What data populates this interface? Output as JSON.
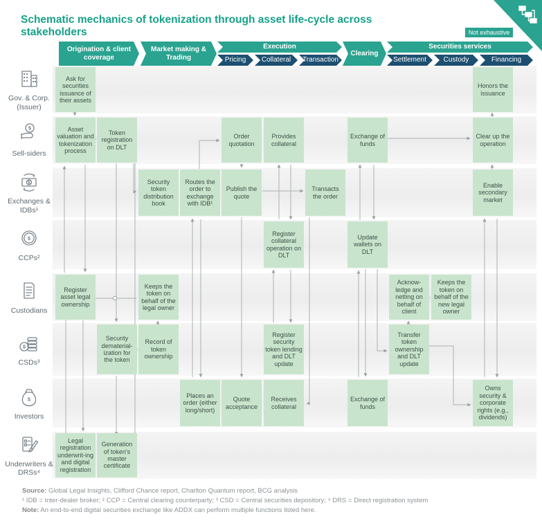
{
  "title": "Schematic mechanics of tokenization through asset life-cycle across stakeholders",
  "badge": "Not exhaustive",
  "header": {
    "phases": [
      {
        "label": "Origination & client coverage"
      },
      {
        "label": "Market making & Trading"
      },
      {
        "label": "Execution",
        "subs": [
          "Pricing",
          "Collateral",
          "Transaction"
        ]
      },
      {
        "label": "Clearing"
      },
      {
        "label": "Securities services",
        "subs": [
          "Settlement",
          "Custody",
          "Financing"
        ]
      }
    ]
  },
  "stakeholders": [
    {
      "label": "Gov. & Corp. (Issuer)",
      "icon": "government-building-icon"
    },
    {
      "label": "Sell-siders",
      "icon": "coin-hand-icon"
    },
    {
      "label": "Exchanges & IDBs¹",
      "icon": "money-exchange-icon"
    },
    {
      "label": "CCPs²",
      "icon": "dollar-coin-icon"
    },
    {
      "label": "Custodians",
      "icon": "document-icon"
    },
    {
      "label": "CSDs³",
      "icon": "coin-stack-icon"
    },
    {
      "label": "Investors",
      "icon": "money-bag-icon"
    },
    {
      "label": "Underwriters & DRSs⁴",
      "icon": "clipboard-pen-icon"
    }
  ],
  "boxes": [
    {
      "row": 0,
      "col": 0,
      "text": "Ask for securities issuance of their assets"
    },
    {
      "row": 0,
      "col": 10,
      "text": "Honors the issuance"
    },
    {
      "row": 1,
      "col": 0,
      "text": "Asset valuation and tokenization process"
    },
    {
      "row": 1,
      "col": 1,
      "text": "Token registration on DLT"
    },
    {
      "row": 1,
      "col": 4,
      "text": "Order quotation"
    },
    {
      "row": 1,
      "col": 5,
      "text": "Provides collateral"
    },
    {
      "row": 1,
      "col": 7,
      "text": "Exchange of funds"
    },
    {
      "row": 1,
      "col": 10,
      "text": "Clear up the operation"
    },
    {
      "row": 2,
      "col": 2,
      "text": "Security token distribution book"
    },
    {
      "row": 2,
      "col": 3,
      "text": "Routes the order to exchange with IDB¹"
    },
    {
      "row": 2,
      "col": 4,
      "text": "Publish the quote"
    },
    {
      "row": 2,
      "col": 6,
      "text": "Transacts the order"
    },
    {
      "row": 2,
      "col": 10,
      "text": "Enable secondary market"
    },
    {
      "row": 3,
      "col": 5,
      "text": "Register collateral operation on DLT"
    },
    {
      "row": 3,
      "col": 7,
      "text": "Update wallets on DLT"
    },
    {
      "row": 4,
      "col": 0,
      "text": "Register asset legal ownership"
    },
    {
      "row": 4,
      "col": 2,
      "text": "Keeps the token on behalf of the legal owner"
    },
    {
      "row": 4,
      "col": 8,
      "text": "Acknow-ledge and netting on behalf of client"
    },
    {
      "row": 4,
      "col": 9,
      "text": "Keeps the token on behalf of the new legal owner"
    },
    {
      "row": 5,
      "col": 1,
      "text": "Security dematerial-ization for the token"
    },
    {
      "row": 5,
      "col": 2,
      "text": "Record of token ownership"
    },
    {
      "row": 5,
      "col": 5,
      "text": "Register security token lending and DLT update"
    },
    {
      "row": 5,
      "col": 8,
      "text": "Transfer token ownership and DLT update"
    },
    {
      "row": 6,
      "col": 3,
      "text": "Places an order (either long/short)"
    },
    {
      "row": 6,
      "col": 4,
      "text": "Quote acceptance"
    },
    {
      "row": 6,
      "col": 5,
      "text": "Receives collateral"
    },
    {
      "row": 6,
      "col": 7,
      "text": "Exchange of funds"
    },
    {
      "row": 6,
      "col": 10,
      "text": "Owns security & corporate rights (e.g., dividends)"
    },
    {
      "row": 7,
      "col": 0,
      "text": "Legal registration underwrit-ing and digital registration"
    },
    {
      "row": 7,
      "col": 1,
      "text": "Generation of token's master certificate"
    }
  ],
  "footer": {
    "source_label": "Source:",
    "source_text": " Global Legal Insights, Clifford Chance report, Charlton Quantum report, BCG analysis",
    "footnotes": "¹ IDB = Inter-dealer broker; ² CCP = Central clearing counterparty; ³ CSD = Central securities depository; ⁴ DRS = Direct registration system",
    "note_label": "Note:",
    "note_text": " An end-to-end digital securities exchange like ADDX can perform multiple functions listed here."
  },
  "colors": {
    "accent_teal": "#2AA390",
    "title_teal": "#16A189",
    "navy": "#1D4F70",
    "box_green": "#C9E4CD",
    "box_text": "#3E5048",
    "line_gray": "#A4A8AB"
  }
}
